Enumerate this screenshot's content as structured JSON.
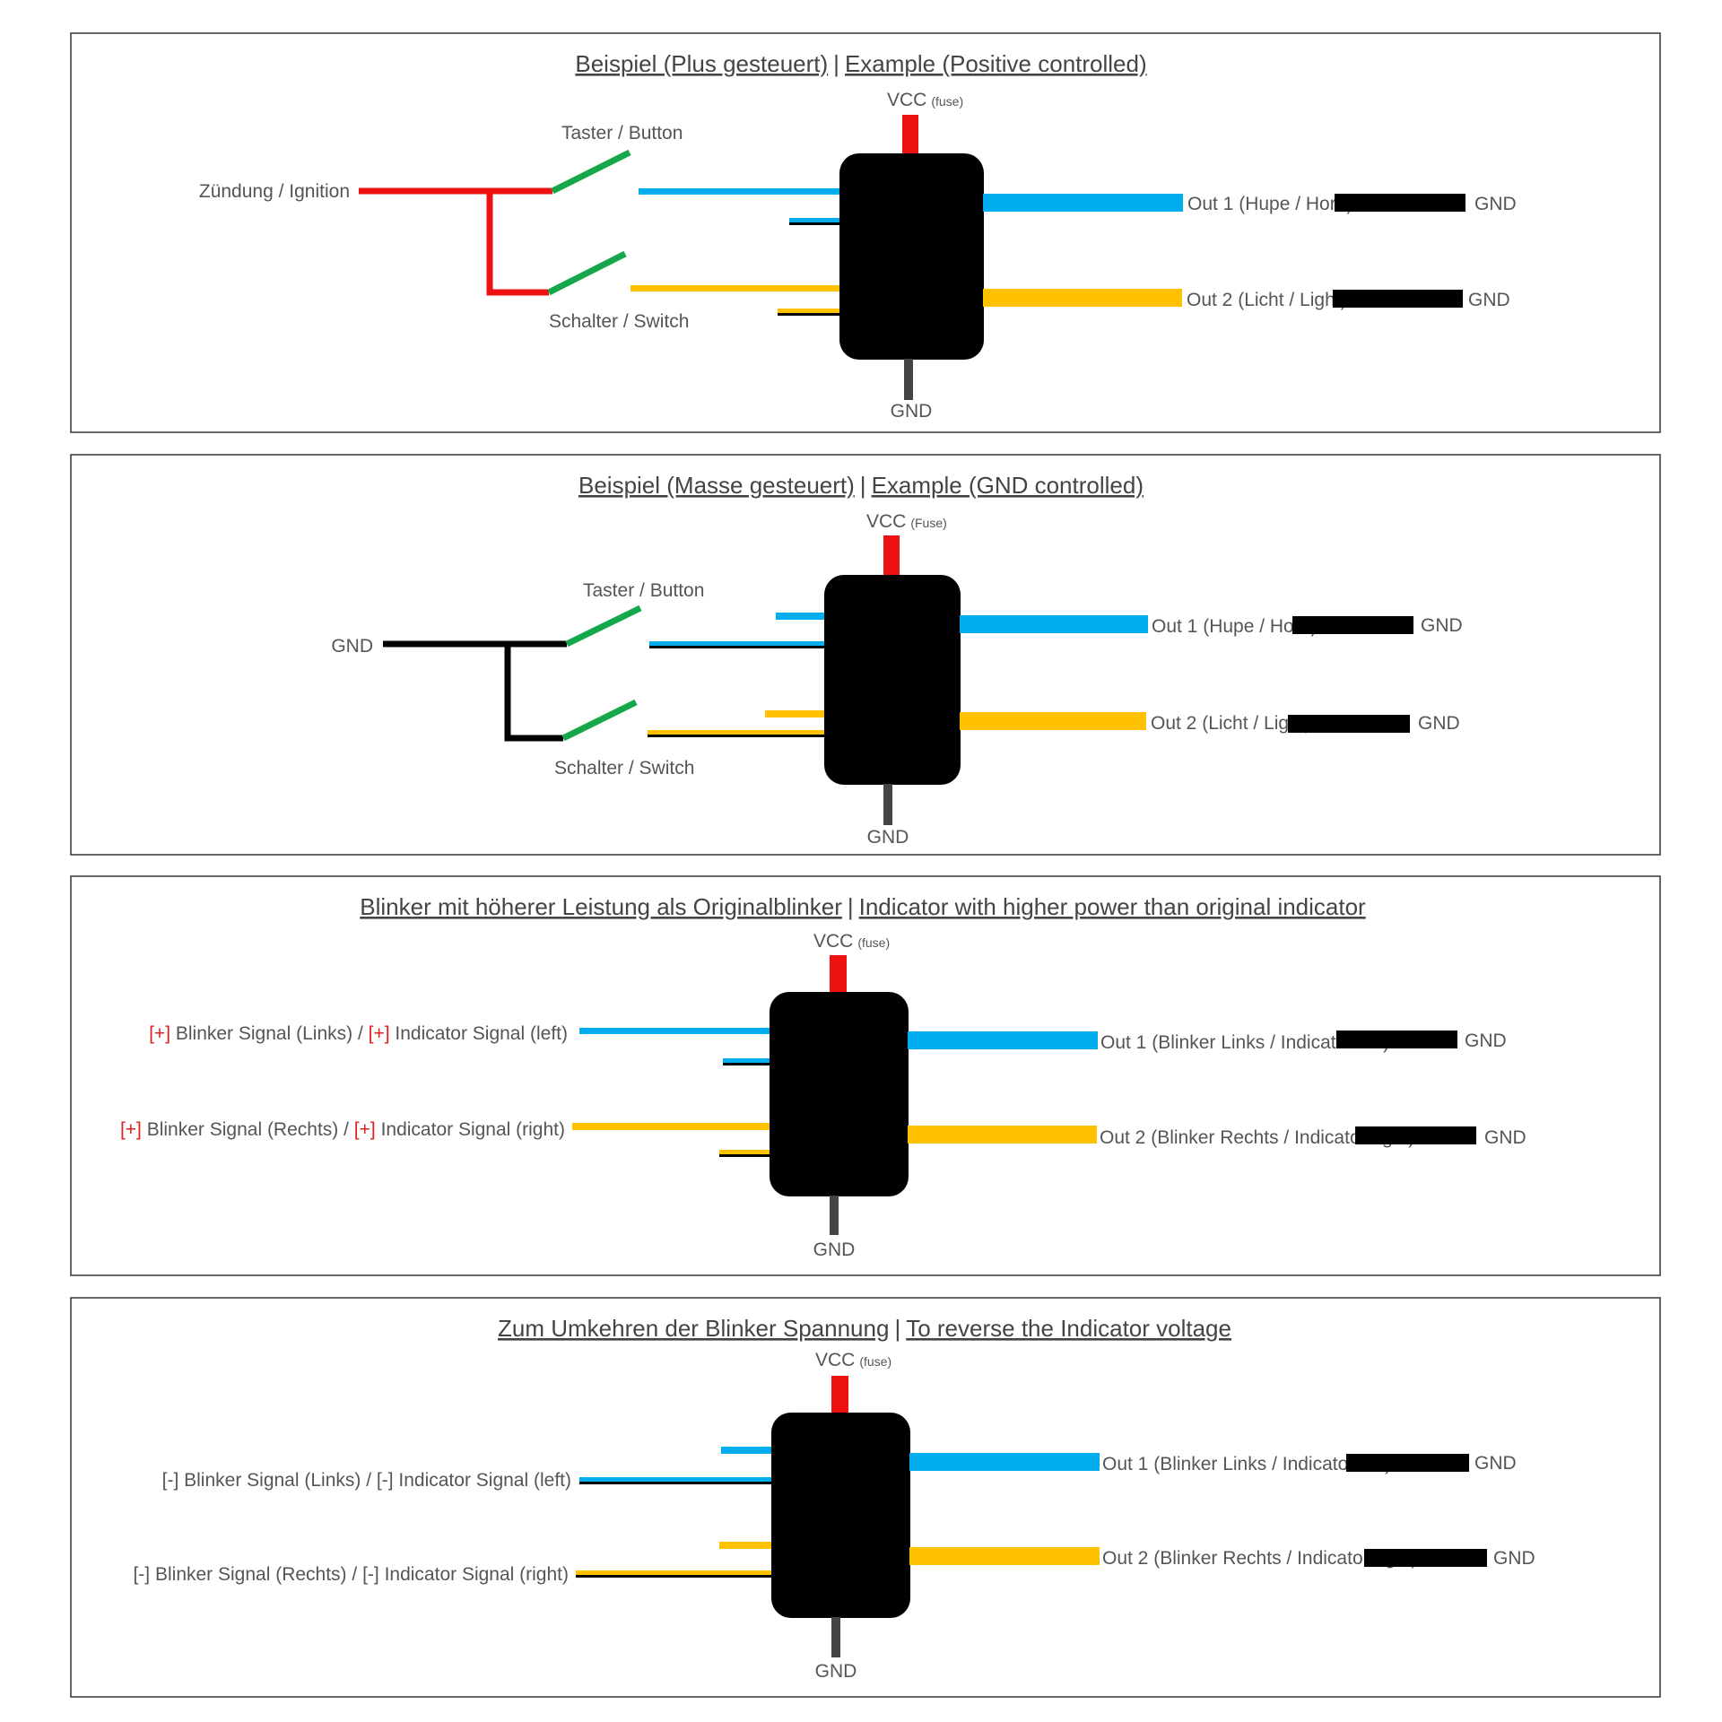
{
  "colors": {
    "vcc": "#ee1111",
    "blue": "#00aeef",
    "yellow": "#ffc000",
    "green": "#14a84a",
    "black": "#000000",
    "gnd_stub": "#444444",
    "frame": "#333333",
    "text": "#555555",
    "bracket_red": "#e1201e"
  },
  "panel1": {
    "title_de": "Beispiel (Plus gesteuert)",
    "title_sep": "|",
    "title_en": "Example (Positive controlled)",
    "vcc": "VCC",
    "vcc_note": "(fuse)",
    "source": "Zündung / Ignition",
    "button": "Taster / Button",
    "switch": "Schalter / Switch",
    "out1": "Out 1 (Hupe / Horn)",
    "out2": "Out 2 (Licht / Light)",
    "gnd": "GND",
    "out1_gnd": "GND",
    "out2_gnd": "GND"
  },
  "panel2": {
    "title_de": "Beispiel (Masse gesteuert)",
    "title_sep": "|",
    "title_en": "Example (GND controlled)",
    "vcc": "VCC",
    "vcc_note": "(Fuse)",
    "source": "GND",
    "button": "Taster / Button",
    "switch": "Schalter / Switch",
    "out1": "Out 1 (Hupe / Horn)",
    "out2": "Out 2 (Licht / Light)",
    "gnd": "GND",
    "out1_gnd": "GND",
    "out2_gnd": "GND"
  },
  "panel3": {
    "title_de": "Blinker mit höherer Leistung als Originalblinker",
    "title_sep": "|",
    "title_en": "Indicator with higher power than original indicator",
    "vcc": "VCC",
    "vcc_note": "(fuse)",
    "in1_tag": "[+]",
    "in1_de": " Blinker Signal (Links) / ",
    "in1_tag2": "[+]",
    "in1_en": " Indicator Signal (left)",
    "in2_tag": "[+]",
    "in2_de": " Blinker Signal (Rechts) / ",
    "in2_tag2": "[+]",
    "in2_en": " Indicator Signal (right)",
    "out1": "Out 1 (Blinker Links / Indicator left)",
    "out2": "Out 2 (Blinker Rechts / Indicator right)",
    "gnd": "GND",
    "out1_gnd": "GND",
    "out2_gnd": "GND"
  },
  "panel4": {
    "title_de": "Zum Umkehren der Blinker Spannung",
    "title_sep": "|",
    "title_en": "To reverse the Indicator voltage",
    "vcc": "VCC",
    "vcc_note": "(fuse)",
    "in1_tag": "[-]",
    "in1_de": " Blinker Signal (Links) / ",
    "in1_tag2": "[-]",
    "in1_en": " Indicator Signal (left)",
    "in2_tag": "[-]",
    "in2_de": "  Blinker Signal (Rechts) / ",
    "in2_tag2": "[-]",
    "in2_en": " Indicator Signal (right)",
    "out1": "Out 1 (Blinker Links / Indicator left)",
    "out2": "Out 2 (Blinker Rechts / Indicator right)",
    "gnd": "GND",
    "out1_gnd": "GND",
    "out2_gnd": "GND"
  }
}
